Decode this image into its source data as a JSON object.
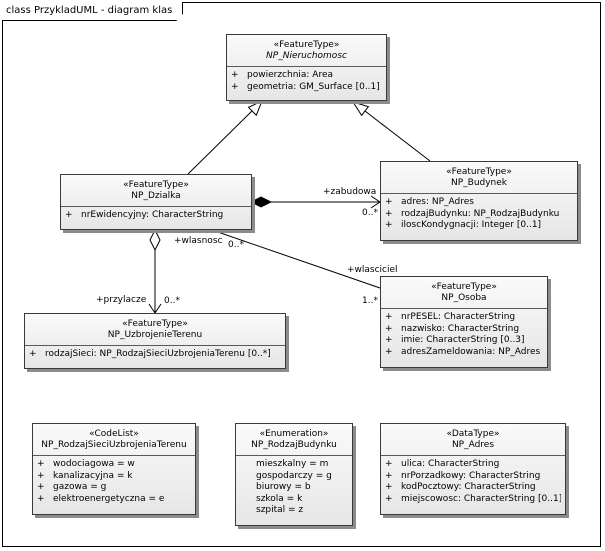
{
  "frame": {
    "title": "class PrzykladUML - diagram klas"
  },
  "classes": {
    "nieruchomosc": {
      "stereotype": "«FeatureType»",
      "name": "NP_Nieruchomosc",
      "attributes": [
        {
          "mark": "+",
          "text": "powierzchnia: Area"
        },
        {
          "mark": "+",
          "text": "geometria: GM_Surface [0..1]"
        }
      ]
    },
    "dzialka": {
      "stereotype": "«FeatureType»",
      "name": "NP_Dzialka",
      "attributes": [
        {
          "mark": "+",
          "text": "nrEwidencyjny: CharacterString"
        }
      ]
    },
    "budynek": {
      "stereotype": "«FeatureType»",
      "name": "NP_Budynek",
      "attributes": [
        {
          "mark": "+",
          "text": "adres: NP_Adres"
        },
        {
          "mark": "+",
          "text": "rodzajBudynku: NP_RodzajBudynku"
        },
        {
          "mark": "+",
          "text": "iloscKondygnacji: Integer [0..1]"
        }
      ]
    },
    "uzbrojenie": {
      "stereotype": "«FeatureType»",
      "name": "NP_UzbrojenieTerenu",
      "attributes": [
        {
          "mark": "+",
          "text": "rodzajSieci: NP_RodzajSieciUzbrojeniaTerenu [0..*]"
        }
      ]
    },
    "osoba": {
      "stereotype": "«FeatureType»",
      "name": "NP_Osoba",
      "attributes": [
        {
          "mark": "+",
          "text": "nrPESEL: CharacterString"
        },
        {
          "mark": "+",
          "text": "nazwisko: CharacterString"
        },
        {
          "mark": "+",
          "text": "imie: CharacterString [0..3]"
        },
        {
          "mark": "+",
          "text": "adresZameldowania: NP_Adres"
        }
      ]
    },
    "rodzajSieci": {
      "stereotype": "«CodeList»",
      "name": "NP_RodzajSieciUzbrojeniaTerenu",
      "attributes": [
        {
          "mark": "+",
          "text": "wodociagowa = w"
        },
        {
          "mark": "+",
          "text": "kanalizacyjna = k"
        },
        {
          "mark": "+",
          "text": "gazowa = g"
        },
        {
          "mark": "+",
          "text": "elektroenergetyczna = e"
        }
      ]
    },
    "rodzajBudynku": {
      "stereotype": "«Enumeration»",
      "name": "NP_RodzajBudynku",
      "attributes": [
        {
          "mark": "",
          "text": "mieszkalny = m"
        },
        {
          "mark": "",
          "text": "gospodarczy = g"
        },
        {
          "mark": "",
          "text": "biurowy = b"
        },
        {
          "mark": "",
          "text": "szkola = k"
        },
        {
          "mark": "",
          "text": "szpital = z"
        }
      ]
    },
    "adres": {
      "stereotype": "«DataType»",
      "name": "NP_Adres",
      "attributes": [
        {
          "mark": "+",
          "text": "ulica: CharacterString"
        },
        {
          "mark": "+",
          "text": "nrPorzadkowy: CharacterString"
        },
        {
          "mark": "+",
          "text": "kodPocztowy: CharacterString"
        },
        {
          "mark": "+",
          "text": "miejscowosc: CharacterString [0..1]"
        }
      ]
    }
  },
  "associations": {
    "zabudowa": {
      "role": "+zabudowa",
      "multiplicity": "0..*"
    },
    "wlasnosc": {
      "role_source": "+wlasnosc",
      "mult_source": "0..*",
      "role_target": "+wlasciciel",
      "mult_target": "1..*"
    },
    "przylacze": {
      "role": "+przylacze",
      "multiplicity": "0..*"
    }
  }
}
